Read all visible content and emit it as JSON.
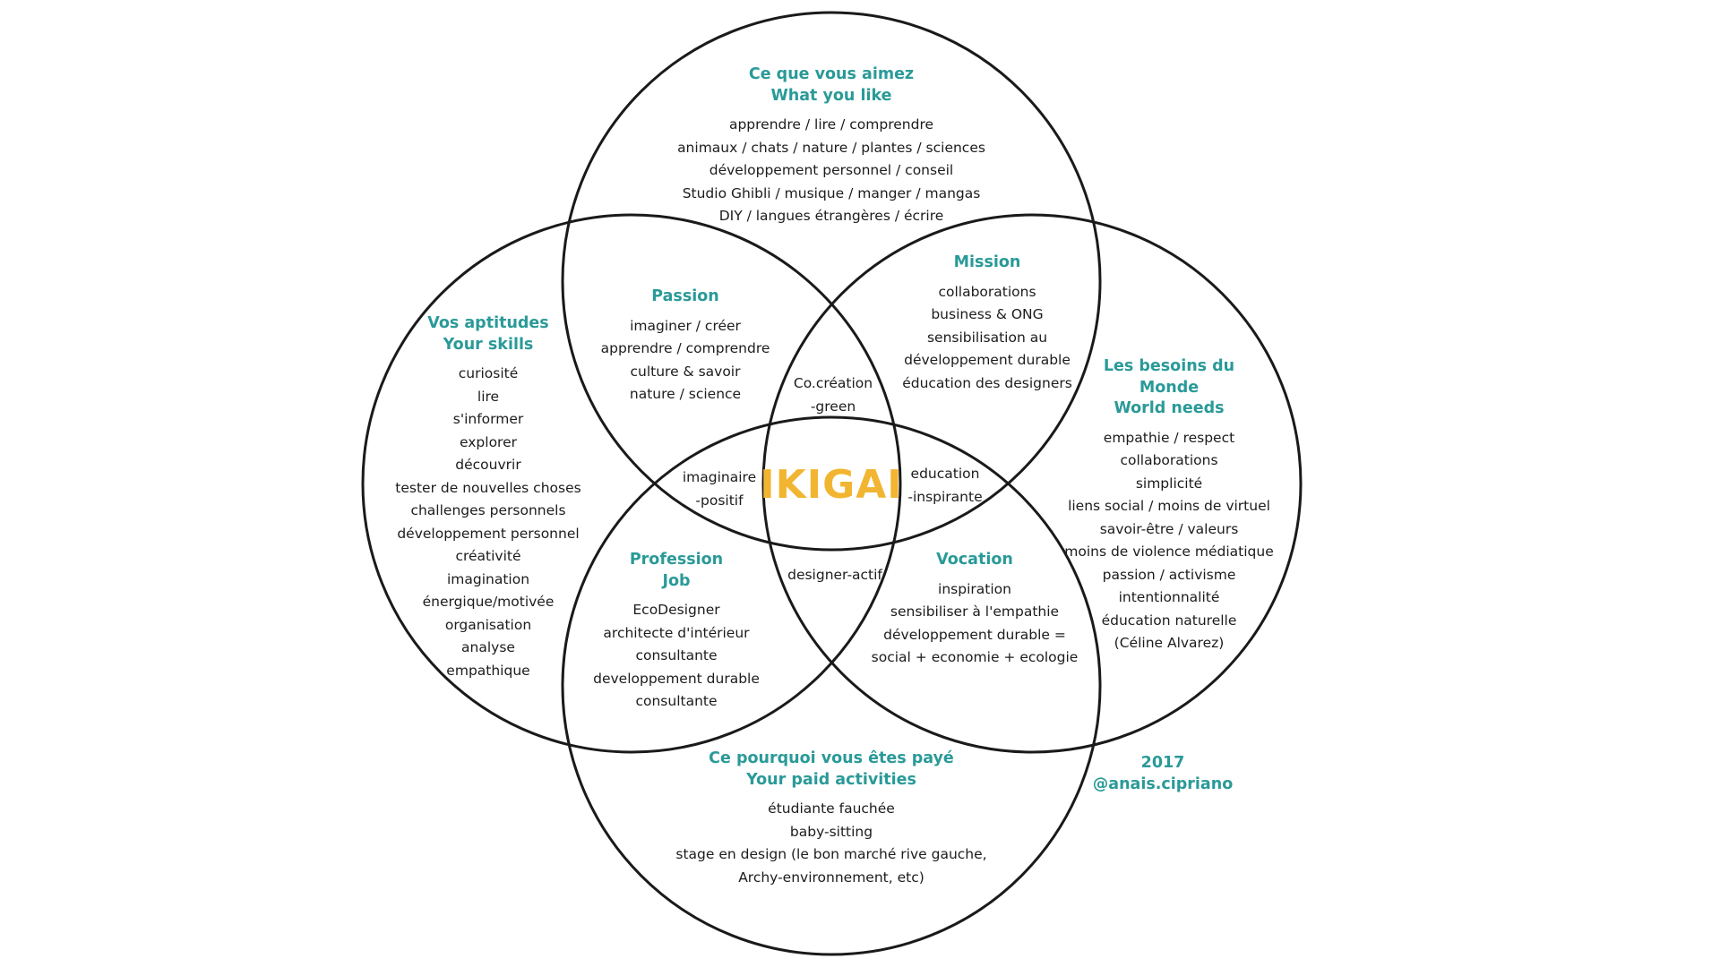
{
  "colors": {
    "accent": "#2a9a98",
    "ikigai": "#f2b531",
    "text": "#1c1c1c",
    "stroke": "#1a1a1a"
  },
  "center_label": "IKIGAI",
  "sections": {
    "like": {
      "headings": [
        "Ce que vous aimez",
        "What you like"
      ],
      "items": [
        "apprendre / lire / comprendre",
        "animaux / chats / nature / plantes / sciences",
        "développement personnel / conseil",
        "Studio Ghibli / musique / manger / mangas",
        "DIY / langues étrangères / écrire"
      ]
    },
    "skills": {
      "headings": [
        "Vos aptitudes",
        "Your skills"
      ],
      "items": [
        "curiosité",
        "lire",
        "s'informer",
        "explorer",
        "découvrir",
        "tester de nouvelles choses",
        "challenges personnels",
        "développement personnel",
        "créativité",
        "imagination",
        "énergique/motivée",
        "organisation",
        "analyse",
        "empathique"
      ]
    },
    "needs": {
      "headings": [
        "Les besoins du",
        "Monde",
        "World needs"
      ],
      "items": [
        "empathie / respect",
        "collaborations",
        "simplicité",
        "liens social / moins de virtuel",
        "savoir-être / valeurs",
        "moins de violence médiatique",
        "passion / activisme",
        "intentionnalité",
        "éducation naturelle",
        "(Céline Alvarez)"
      ]
    },
    "paid": {
      "headings": [
        "Ce pourquoi vous êtes payé",
        "Your paid activities"
      ],
      "items": [
        "étudiante fauchée",
        "baby-sitting",
        "stage en design (le bon marché rive gauche,",
        "Archy-environnement, etc)"
      ]
    },
    "passion": {
      "headings": [
        "Passion"
      ],
      "items": [
        "imaginer / créer",
        "apprendre / comprendre",
        "culture & savoir",
        "nature / science"
      ]
    },
    "mission": {
      "headings": [
        "Mission"
      ],
      "items": [
        "collaborations",
        "business & ONG",
        "sensibilisation au",
        "développement durable",
        "éducation des designers"
      ]
    },
    "profession": {
      "headings": [
        "Profession",
        "Job"
      ],
      "items": [
        "EcoDesigner",
        "architecte d'intérieur",
        "consultante",
        "developpement durable",
        "consultante"
      ]
    },
    "vocation": {
      "headings": [
        "Vocation"
      ],
      "items": [
        "inspiration",
        "sensibiliser à l'empathie",
        "développement durable =",
        "social + economie + ecologie"
      ]
    }
  },
  "triples": {
    "top": [
      "Co.création",
      "-green"
    ],
    "left": [
      "imaginaire",
      "-positif"
    ],
    "right": [
      "education",
      "-inspirante"
    ],
    "bottom": [
      "designer-actif"
    ]
  },
  "credit": {
    "year": "2017",
    "handle": "@anais.cipriano"
  }
}
